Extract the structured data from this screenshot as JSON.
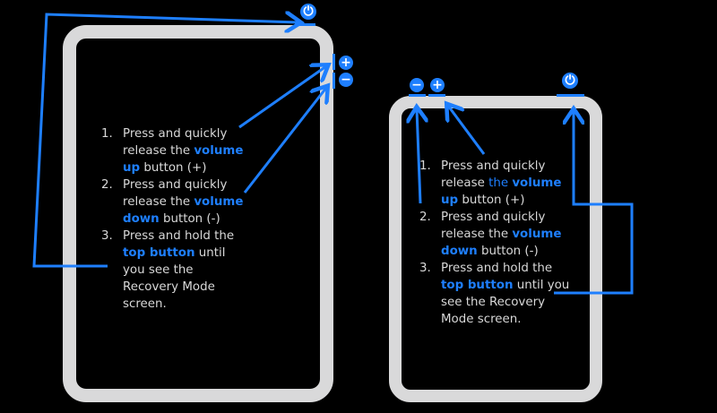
{
  "colors": {
    "accent": "#1e7fff",
    "frame": "#d9d9da",
    "text": "#d8d8d8",
    "background": "#000000"
  },
  "icons": {
    "power": "power-icon",
    "plus": "plus-icon",
    "minus": "minus-icon"
  },
  "glyphs": {
    "power": "⏻",
    "plus": "+",
    "minus": "−"
  },
  "left_steps": [
    {
      "num": "1.",
      "pre": "Press and quickly release the ",
      "highlight": "volume up",
      "post": " button (+)"
    },
    {
      "num": "2.",
      "pre": "Press and quickly release the ",
      "highlight": "volume down",
      "post": " button (-)"
    },
    {
      "num": "3.",
      "pre": "Press and hold the ",
      "highlight": "top button",
      "post": " until you see the Recovery Mode screen."
    }
  ],
  "right_steps": [
    {
      "num": "1.",
      "pre": "Press and quickly release ",
      "pre_highlight": "the ",
      "highlight": "volume up",
      "post": " button (+)"
    },
    {
      "num": "2.",
      "pre": "Press and quickly release the ",
      "highlight": "volume down",
      "post": " button (-)"
    },
    {
      "num": "3.",
      "pre": "Press and hold the ",
      "highlight": "top button",
      "post": " until you see the Recovery Mode screen."
    }
  ]
}
